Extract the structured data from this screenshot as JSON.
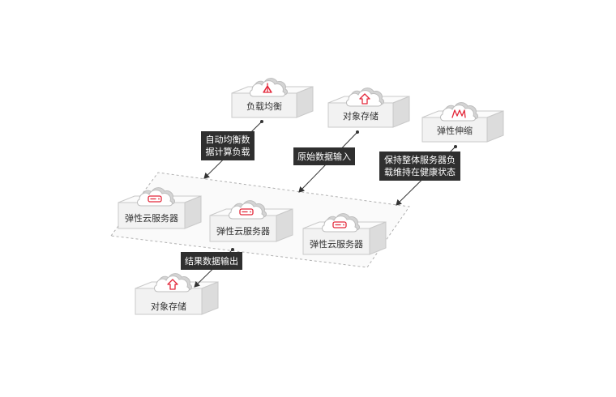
{
  "nodes": {
    "load_balancer": {
      "label": "负载均衡",
      "icon": "load-balancer-icon"
    },
    "object_storage_top": {
      "label": "对象存储",
      "icon": "upload-arrow-icon"
    },
    "auto_scaling": {
      "label": "弹性伸缩",
      "icon": "auto-scaling-icon"
    },
    "ecs_1": {
      "label": "弹性云服务器",
      "icon": "server-icon"
    },
    "ecs_2": {
      "label": "弹性云服务器",
      "icon": "server-icon"
    },
    "ecs_3": {
      "label": "弹性云服务器",
      "icon": "server-icon"
    },
    "object_storage_bottom": {
      "label": "对象存储",
      "icon": "upload-arrow-icon"
    }
  },
  "callouts": {
    "load_balance_compute": {
      "lines": [
        "自动均衡数",
        "据计算负载"
      ]
    },
    "raw_data_input": {
      "lines": [
        "原始数据输入"
      ]
    },
    "maintain_health": {
      "lines": [
        "保持整体服务器负",
        "载维持在健康状态"
      ]
    },
    "result_output": {
      "lines": [
        "结果数据输出"
      ]
    }
  },
  "colors": {
    "accent": "#e3283a",
    "callout_bg": "#2f2f2f",
    "label_text": "#333333"
  }
}
